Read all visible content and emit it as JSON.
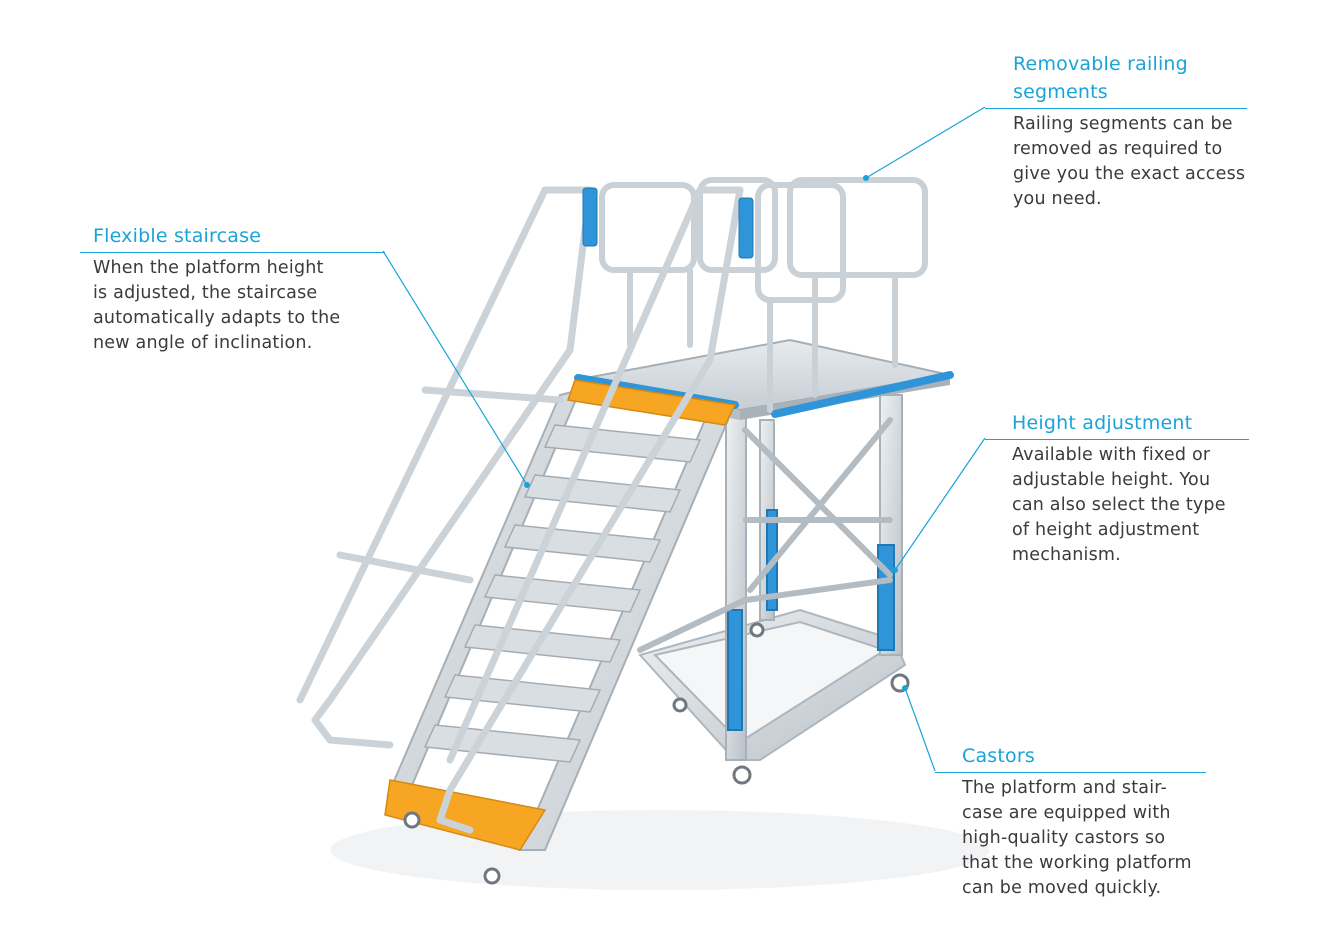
{
  "colors": {
    "accent": "#1aa3d9",
    "body_text": "#3b3b3b",
    "aluminium": "#cfd5da",
    "blue_part": "#2f95d8",
    "orange_tread": "#f6a623"
  },
  "callouts": {
    "flexible_staircase": {
      "title": "Flexible staircase",
      "lines": [
        "When the platform height",
        "is adjusted, the staircase",
        "automatically adapts to the",
        "new angle of inclination."
      ]
    },
    "removable_railing": {
      "title_lines": [
        "Removable railing",
        "segments"
      ],
      "lines": [
        "Railing segments can be",
        "removed as required to",
        "give you the exact access",
        "you need."
      ]
    },
    "height_adjustment": {
      "title": "Height adjustment",
      "lines": [
        "Available with fixed or",
        "adjustable height. You",
        "can also select the type",
        "of height adjustment",
        "mechanism."
      ]
    },
    "castors": {
      "title": "Castors",
      "lines": [
        "The platform and stair-",
        "case are equipped with",
        "high-quality castors so",
        "that the working platform",
        "can be moved quickly."
      ]
    }
  }
}
